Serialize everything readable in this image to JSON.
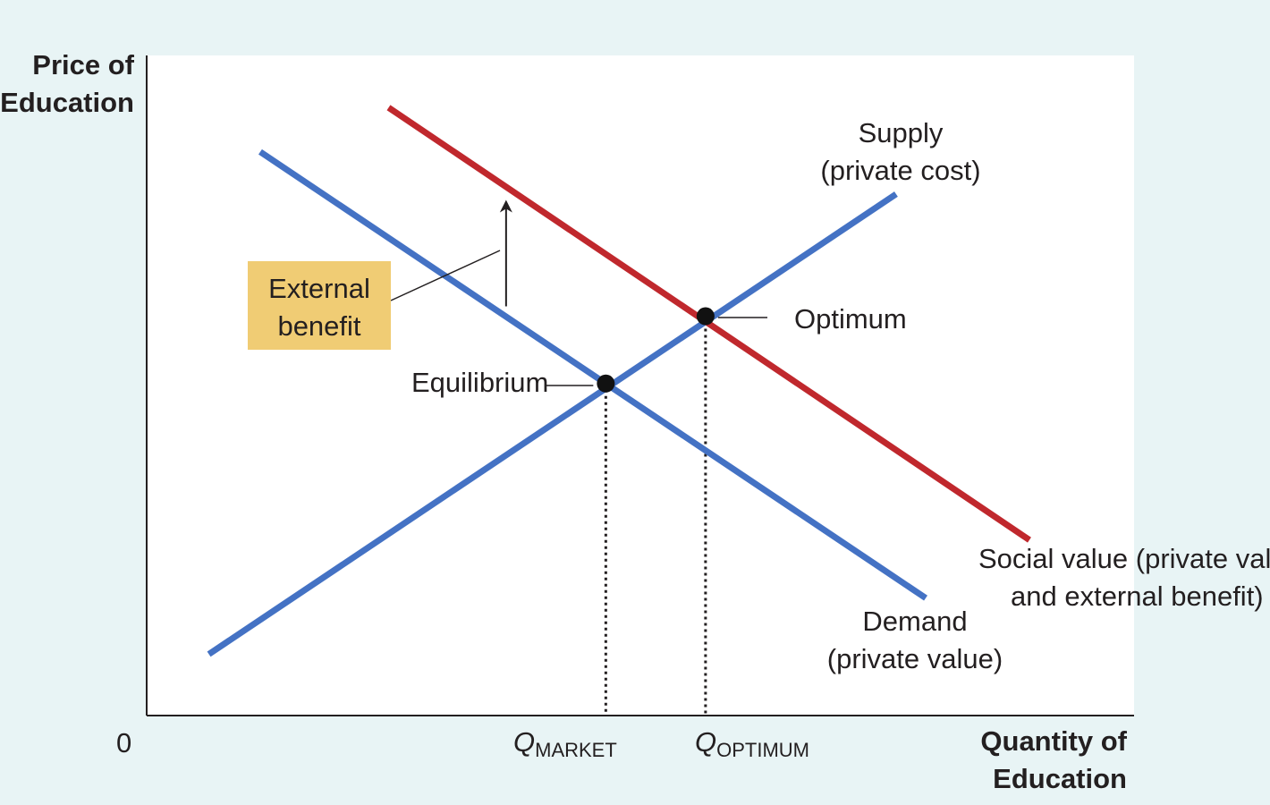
{
  "chart_data": {
    "type": "line",
    "title": "",
    "ylabel": [
      "Price of",
      "Education"
    ],
    "xlabel": [
      "Quantity of",
      "Education"
    ],
    "origin_label": "0",
    "xlim": [
      0,
      100
    ],
    "ylim": [
      0,
      100
    ],
    "colors": {
      "demand": "#4472c4",
      "supply": "#4472c4",
      "social": "#c0282d",
      "box": "#f0cc74"
    },
    "series": [
      {
        "name": "Supply (private cost)",
        "x": [
          6.3,
          75.9
        ],
        "y": [
          9.3,
          79.0
        ]
      },
      {
        "name": "Demand (private value)",
        "x": [
          11.5,
          78.9
        ],
        "y": [
          85.4,
          17.8
        ]
      },
      {
        "name": "Social value (private value and external benefit)",
        "x": [
          24.5,
          89.4
        ],
        "y": [
          92.1,
          26.6
        ]
      }
    ],
    "points": [
      {
        "name": "Equilibrium",
        "x": 46.5,
        "y": 50.3
      },
      {
        "name": "Optimum",
        "x": 56.6,
        "y": 60.5
      }
    ],
    "arrow": {
      "x": 36.4,
      "y_from": 62.0,
      "y_to": 78.0
    },
    "labels": {
      "supply": [
        "Supply",
        "(private cost)"
      ],
      "demand": [
        "Demand",
        "(private value)"
      ],
      "social": [
        "Social value (private value",
        "and external benefit)"
      ],
      "external": [
        "External",
        "benefit"
      ],
      "equilibrium": "Equilibrium",
      "optimum": "Optimum",
      "q_market": {
        "q": "Q",
        "sub": "MARKET"
      },
      "q_optimum": {
        "q": "Q",
        "sub": "OPTIMUM"
      }
    }
  }
}
